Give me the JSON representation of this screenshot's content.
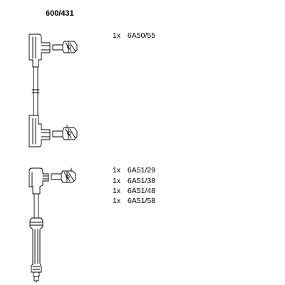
{
  "part_number": "600/431",
  "group_a": {
    "items": [
      {
        "qty": "1x",
        "code": "6A50/55"
      }
    ]
  },
  "group_b": {
    "items": [
      {
        "qty": "1x",
        "code": "6A51/29"
      },
      {
        "qty": "1x",
        "code": "6A51/38"
      },
      {
        "qty": "1x",
        "code": "6A51/48"
      },
      {
        "qty": "1x",
        "code": "6A51/58"
      }
    ]
  }
}
